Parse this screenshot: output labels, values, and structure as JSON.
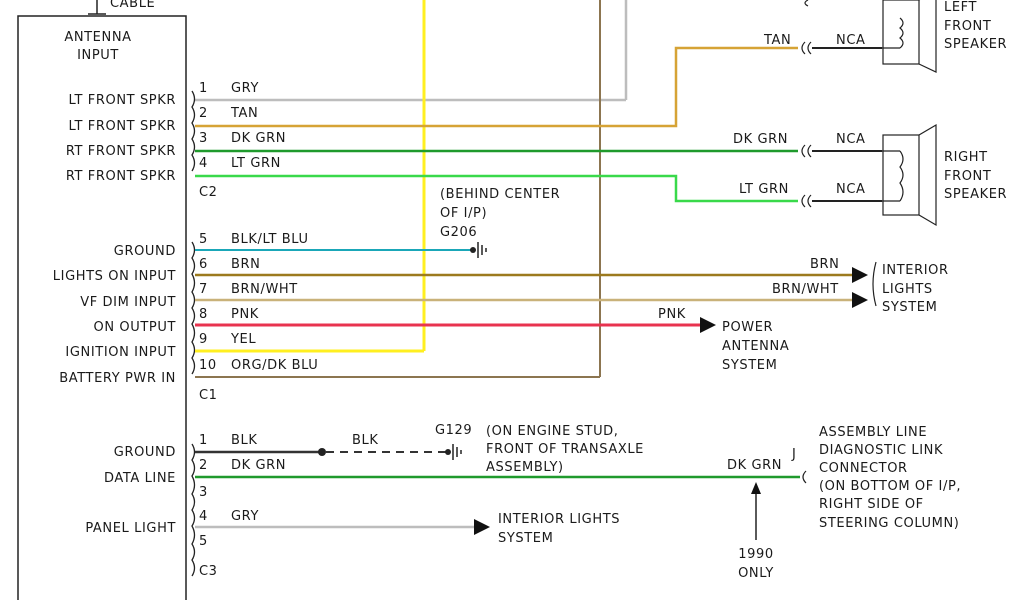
{
  "top_label": "CABLE",
  "antenna_input": [
    "ANTENNA",
    "INPUT"
  ],
  "c2": {
    "name": "C2",
    "pins": [
      {
        "label": "LT FRONT SPKR",
        "num": "1",
        "color_code": "GRY",
        "wire_color": "#bdbdbd"
      },
      {
        "label": "LT FRONT SPKR",
        "num": "2",
        "color_code": "TAN",
        "wire_color": "#d6a335"
      },
      {
        "label": "RT FRONT SPKR",
        "num": "3",
        "color_code": "DK GRN",
        "wire_color": "#1f9a2c"
      },
      {
        "label": "RT FRONT SPKR",
        "num": "4",
        "color_code": "LT GRN",
        "wire_color": "#39d94a"
      }
    ]
  },
  "c1": {
    "name": "C1",
    "pins": [
      {
        "label": "GROUND",
        "num": "5",
        "color_code": "BLK/LT BLU",
        "wire_color": "#1aa7b8"
      },
      {
        "label": "LIGHTS ON INPUT",
        "num": "6",
        "color_code": "BRN",
        "wire_color": "#9c7a1e"
      },
      {
        "label": "VF DIM INPUT",
        "num": "7",
        "color_code": "BRN/WHT",
        "wire_color": "#c9b27a"
      },
      {
        "label": "ON OUTPUT",
        "num": "8",
        "color_code": "PNK",
        "wire_color": "#e8334f"
      },
      {
        "label": "IGNITION INPUT",
        "num": "9",
        "color_code": "YEL",
        "wire_color": "#ffef20"
      },
      {
        "label": "BATTERY PWR IN",
        "num": "10",
        "color_code": "ORG/DK BLU",
        "wire_color": "#8c7550"
      }
    ]
  },
  "c3": {
    "name": "C3",
    "pins": [
      {
        "label": "GROUND",
        "num": "1",
        "color_code": "BLK",
        "wire_color": "#333333"
      },
      {
        "label": "DATA LINE",
        "num": "2",
        "color_code": "DK GRN",
        "wire_color": "#1f9a2c"
      },
      {
        "label": "",
        "num": "3",
        "color_code": "",
        "wire_color": ""
      },
      {
        "label": "PANEL LIGHT",
        "num": "4",
        "color_code": "GRY",
        "wire_color": "#bdbdbd"
      },
      {
        "label": "",
        "num": "5",
        "color_code": "",
        "wire_color": ""
      }
    ]
  },
  "left_speaker": {
    "name": [
      "LEFT",
      "FRONT",
      "SPEAKER"
    ],
    "wire": "TAN",
    "nca": "NCA"
  },
  "right_speaker": {
    "name": [
      "RIGHT",
      "FRONT",
      "SPEAKER"
    ],
    "wires": [
      "DK GRN",
      "LT GRN"
    ],
    "nca": [
      "NCA",
      "NCA"
    ]
  },
  "g206": {
    "note": [
      "(BEHIND CENTER",
      "OF I/P)"
    ],
    "name": "G206"
  },
  "interior_lights": {
    "name": [
      "INTERIOR",
      "LIGHTS",
      "SYSTEM"
    ],
    "wires": [
      "BRN",
      "BRN/WHT"
    ]
  },
  "power_antenna": {
    "name": [
      "POWER",
      "ANTENNA",
      "SYSTEM"
    ],
    "wire": "PNK"
  },
  "g129": {
    "wire": "BLK",
    "name": "G129",
    "note": [
      "(ON ENGINE STUD,",
      "FRONT OF TRANSAXLE",
      "ASSEMBLY)"
    ]
  },
  "dlc": {
    "pin": "J",
    "wire": "DK GRN",
    "note": [
      "ASSEMBLY LINE",
      "DIAGNOSTIC LINK",
      "CONNECTOR",
      "(ON BOTTOM OF I/P,",
      "RIGHT SIDE OF",
      "STEERING COLUMN)"
    ]
  },
  "year_note": [
    "1990",
    "ONLY"
  ],
  "interior_lights_2": {
    "name": [
      "INTERIOR LIGHTS",
      "SYSTEM"
    ]
  }
}
